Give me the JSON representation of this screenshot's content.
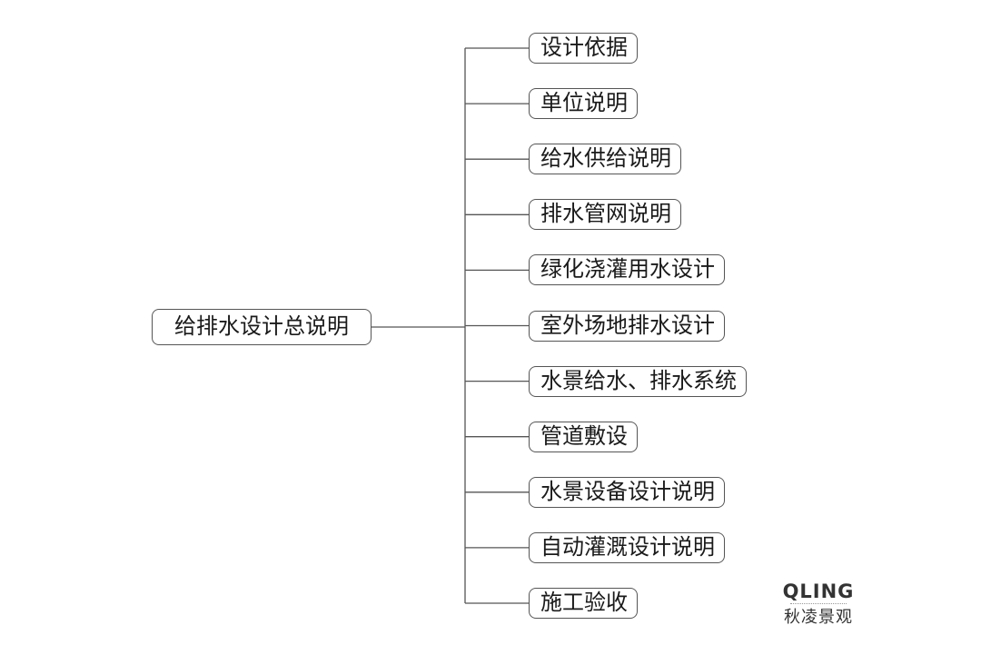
{
  "diagram": {
    "root": "给排水设计总说明",
    "branches": [
      "设计依据",
      "单位说明",
      "给水供给说明",
      "排水管网说明",
      "绿化浇灌用水设计",
      "室外场地排水设计",
      "水景给水、排水系统",
      "管道敷设",
      "水景设备设计说明",
      "自动灌溉设计说明",
      "施工验收"
    ]
  },
  "logo": {
    "brand": "QLING",
    "name": "秋凌景观"
  },
  "colors": {
    "line": "#555555",
    "text": "#1a1a1a",
    "background": "#ffffff"
  }
}
